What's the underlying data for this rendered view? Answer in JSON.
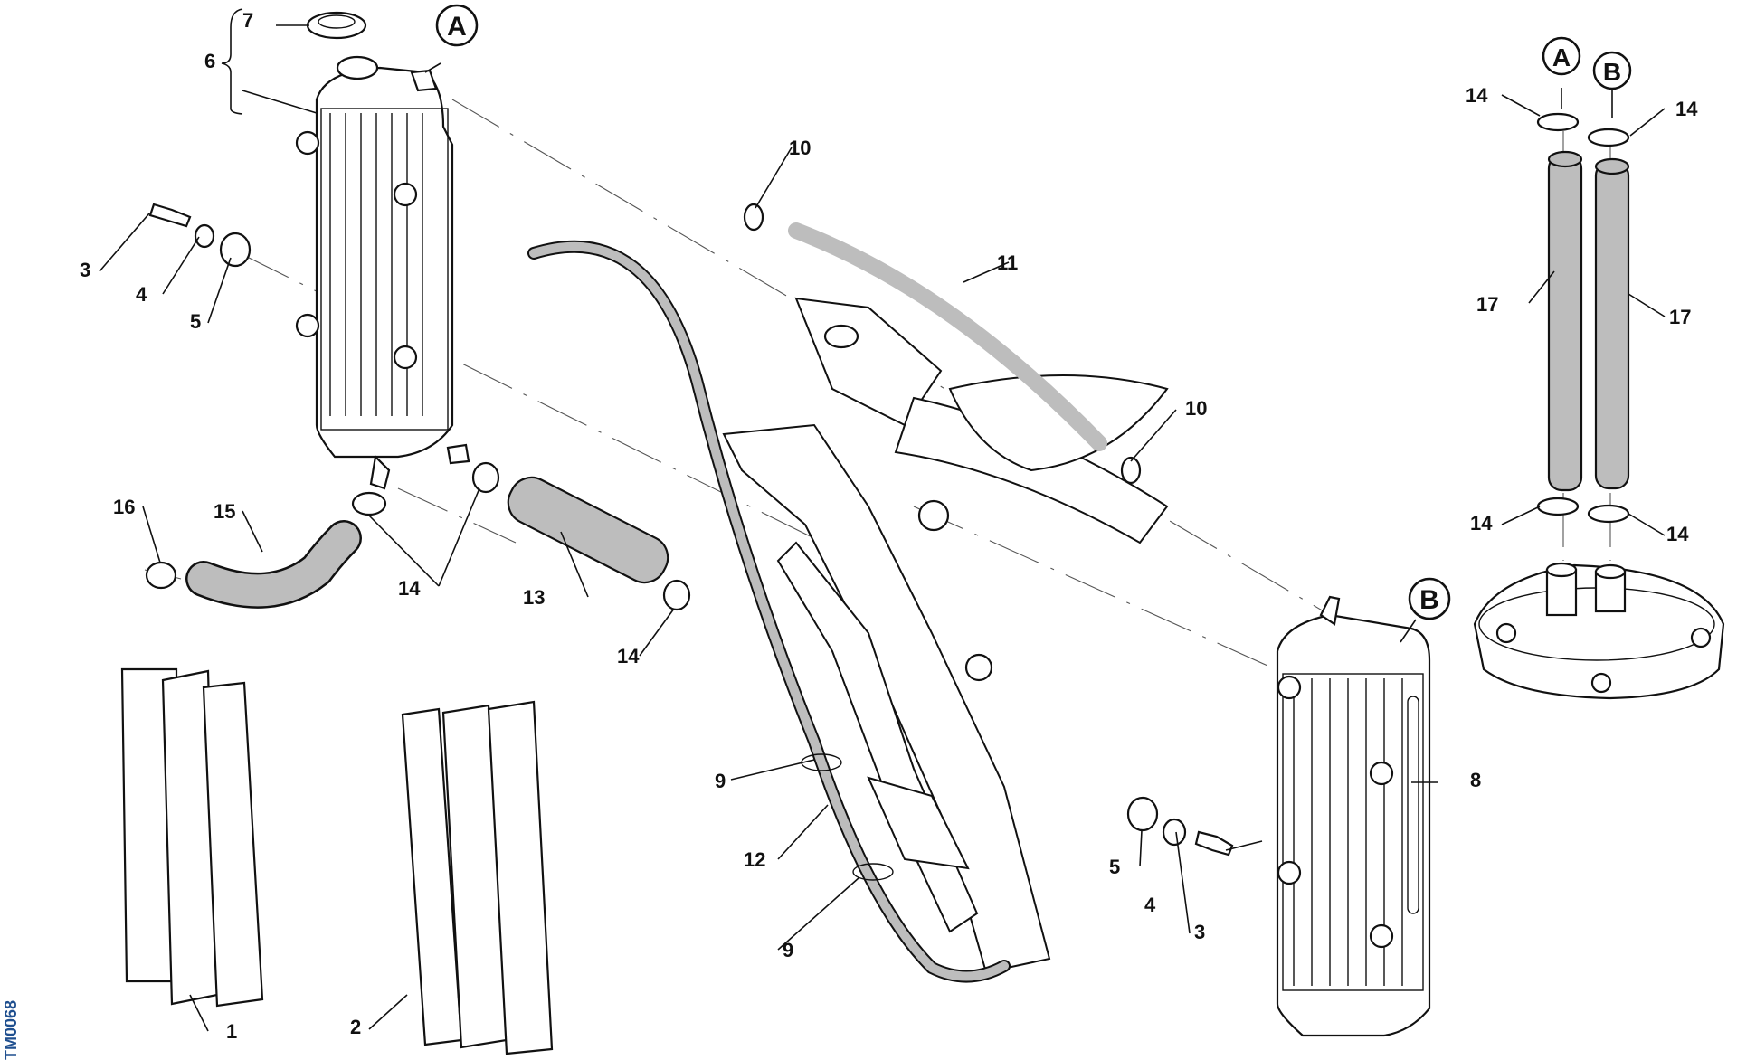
{
  "callouts": {
    "c1": "1",
    "c2": "2",
    "c3a": "3",
    "c3b": "3",
    "c4a": "4",
    "c4b": "4",
    "c5a": "5",
    "c5b": "5",
    "c6": "6",
    "c7": "7",
    "c8": "8",
    "c9a": "9",
    "c9b": "9",
    "c10a": "10",
    "c10b": "10",
    "c11": "11",
    "c12": "12",
    "c13": "13",
    "c14a": "14",
    "c14b": "14",
    "c14c": "14",
    "c14d": "14",
    "c14e": "14",
    "c14f": "14",
    "c15": "15",
    "c16": "16",
    "c17a": "17",
    "c17b": "17"
  },
  "markers": {
    "a_left": "A",
    "b_right": "B",
    "a_top": "A",
    "b_top": "B"
  },
  "doc_code": "TM0068",
  "colors": {
    "hose_fill": "#bdbdbd",
    "line": "#111111",
    "doc_code": "#1f4f8f"
  }
}
